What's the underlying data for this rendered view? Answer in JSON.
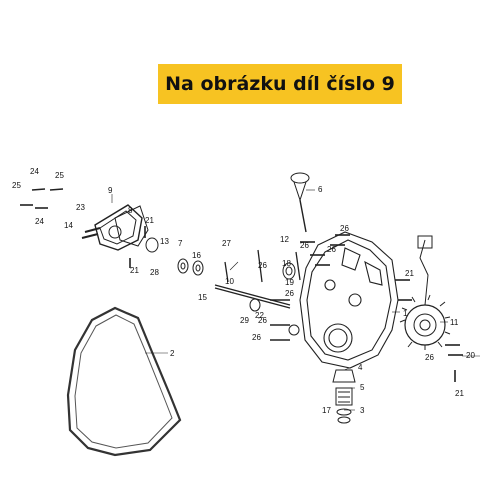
{
  "banner": {
    "text": "Na obrázku díl číslo 9",
    "color": "#f7c322"
  },
  "callouts": [
    "1",
    "2",
    "3",
    "4",
    "5",
    "6",
    "7",
    "8",
    "9",
    "10",
    "11",
    "12",
    "13",
    "14",
    "15",
    "16",
    "17",
    "18",
    "19",
    "20",
    "21",
    "21",
    "21",
    "21",
    "22",
    "23",
    "24",
    "24",
    "25",
    "25",
    "26",
    "26",
    "26",
    "26",
    "26",
    "26",
    "26",
    "26",
    "27",
    "28",
    "29"
  ],
  "highlight_part": "9"
}
